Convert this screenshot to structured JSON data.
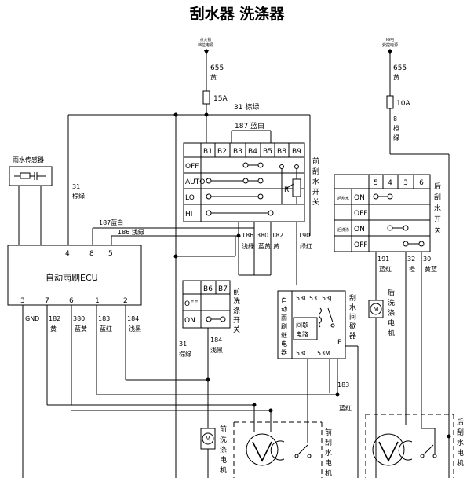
{
  "title": "刮水器  洗涤器",
  "sources": {
    "left": {
      "label_line1": "点火锁",
      "label_line2": "档位电源",
      "wire_no": "655",
      "wire_color": "黄",
      "fuse": "15A"
    },
    "right": {
      "label_line1": "IG电",
      "label_line2": "受控电源",
      "wire_no": "655",
      "wire_color": "黄",
      "fuse": "10A",
      "wire2_no": "8",
      "wire2_color": "橙",
      "wire2_color2": "绿"
    }
  },
  "bus_wire": {
    "no": "31",
    "color": "棕绿"
  },
  "front_wiper_switch": {
    "title_chars": [
      "前",
      "刮",
      "水",
      "开",
      "关"
    ],
    "bus_label": "187 蓝白",
    "pins": [
      "B1",
      "B2",
      "B3",
      "B4",
      "B5",
      "B8",
      "B9"
    ],
    "rows": [
      "OFF",
      "AUTO",
      "LO",
      "HI"
    ],
    "r_label": "R"
  },
  "rain_sensor": {
    "label": "雨水传感器",
    "wire_no": "31",
    "wire_color": "棕绿"
  },
  "ecu": {
    "label": "自动雨刷ECU",
    "top_pins": [
      "4",
      "8",
      "5"
    ],
    "bottom_pins": [
      "3",
      "7",
      "6",
      "1",
      "2"
    ],
    "wire_187": "187蓝白",
    "wire_186": "186 浅绿"
  },
  "bottom_wires": [
    {
      "no": "GND",
      "color": ""
    },
    {
      "no": "182",
      "color": "黄"
    },
    {
      "no": "380",
      "color": "蓝黄"
    },
    {
      "no": "183",
      "color": "蓝红"
    },
    {
      "no": "184",
      "color": "浅黑"
    }
  ],
  "mid_wires": [
    {
      "no": "186",
      "color": "浅绿"
    },
    {
      "no": "380",
      "color": "蓝黄"
    },
    {
      "no": "182",
      "color": "黄"
    },
    {
      "no": "190",
      "color": "绿红"
    }
  ],
  "front_washer_switch": {
    "title_chars": [
      "前",
      "洗",
      "涤",
      "开",
      "关"
    ],
    "pins": [
      "B6",
      "B7"
    ],
    "rows": [
      "OFF",
      "ON"
    ],
    "wire_left": {
      "no": "31",
      "color": "棕绿"
    },
    "wire_right": {
      "no": "184",
      "color": "浅黑"
    }
  },
  "relay": {
    "box_chars": [
      "自",
      "动",
      "雨",
      "刷",
      "继",
      "电",
      "器"
    ],
    "pins": [
      "53I",
      "53",
      "53J",
      "53C",
      "53M"
    ],
    "coil_label": [
      "间歇",
      "电路"
    ],
    "e_label": "E",
    "side_chars": [
      "刮",
      "水",
      "间",
      "歇",
      "器"
    ]
  },
  "wire_183": {
    "no": "183",
    "color": "蓝红"
  },
  "rear_wiper_switch": {
    "title_chars": [
      "后",
      "刮",
      "水",
      "开",
      "关"
    ],
    "pins": [
      "5",
      "4",
      "3",
      "6"
    ],
    "rows": [
      "ON",
      "OFF",
      "ON",
      "OFF"
    ],
    "side_labels": [
      "后刮水",
      "后洗涤"
    ]
  },
  "rear_wires": [
    {
      "no": "191",
      "color": "蓝红"
    },
    {
      "no": "32",
      "color": "橙"
    },
    {
      "no": "30",
      "color": "黄蓝"
    }
  ],
  "rear_washer_motor_chars": [
    "后",
    "洗",
    "涤",
    "电",
    "机"
  ],
  "front_washer_motor_chars": [
    "前",
    "洗",
    "涤",
    "电",
    "机"
  ],
  "front_wiper_motor_chars": [
    "前",
    "刮",
    "水",
    "电",
    "机"
  ],
  "rear_wiper_motor_chars": [
    "后",
    "刮",
    "水",
    "电",
    "机"
  ],
  "motor_symbol": "M"
}
